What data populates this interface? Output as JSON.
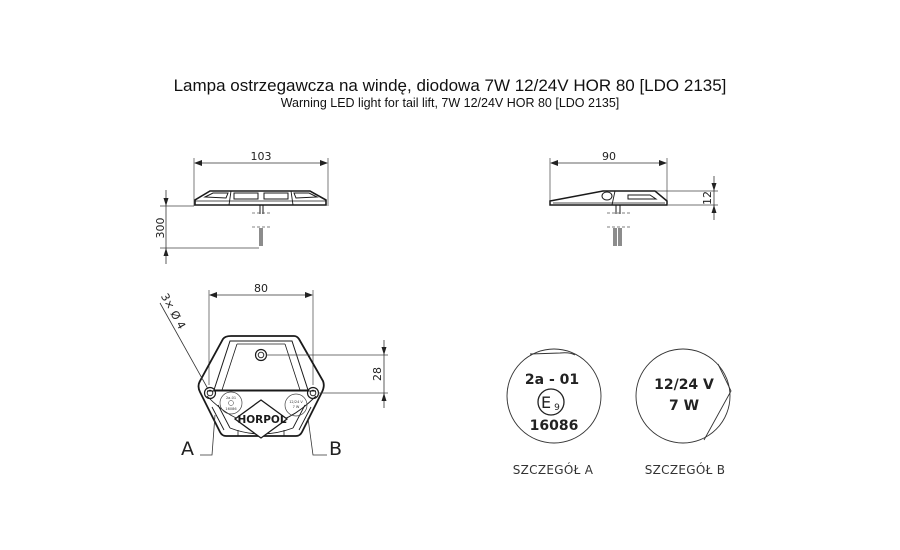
{
  "header": {
    "title_pl": "Lampa ostrzegawcza na windę, diodowa 7W 12/24V HOR 80 [LDO 2135]",
    "title_en": "Warning LED light for tail lift, 7W 12/24V HOR 80 [LDO 2135]"
  },
  "side_view": {
    "width_dim": "103",
    "cable_dim": "300"
  },
  "end_view": {
    "width_dim": "90",
    "height_dim": "12"
  },
  "top_view": {
    "width_dim": "80",
    "hole_spacing_dim": "28",
    "hole_callout": "3× Ø 4",
    "logo_text": "HORPOL",
    "callout_a": "A",
    "callout_b": "B"
  },
  "detail_a": {
    "line1": "2a - 01",
    "mark": "E9",
    "mark_letter": "E",
    "mark_number": "9",
    "line3": "16086",
    "caption": "SZCZEGÓŁ A"
  },
  "detail_b": {
    "line1": "12/24 V",
    "line2": "7 W",
    "caption": "SZCZEGÓŁ B"
  },
  "colors": {
    "line": "#1a1a1a",
    "dim_line": "#333333",
    "background": "#ffffff"
  }
}
